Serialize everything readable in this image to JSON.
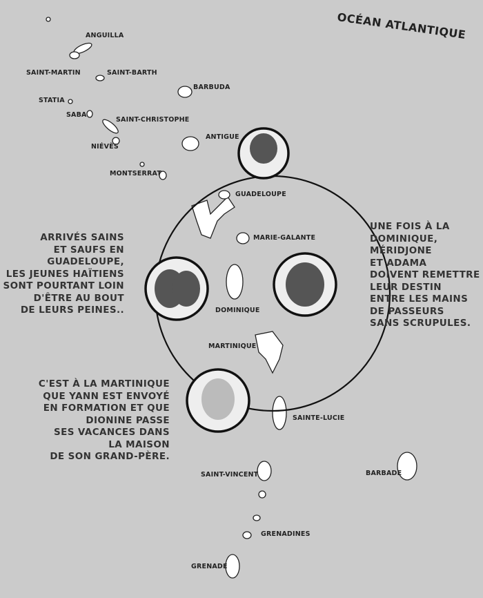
{
  "ocean_label": "OCÉAN ATLANTIQUE",
  "islands": {
    "anguilla": "ANGUILLA",
    "saint_martin": "SAINT-MARTIN",
    "saint_barth": "SAINT-BARTH",
    "barbuda": "BARBUDA",
    "statia": "STATIA",
    "saba": "SABA",
    "saint_christophe": "SAINT-CHRISTOPHE",
    "nieves": "NIÉVÈS",
    "antigue": "ANTIGUE",
    "montserrat": "MONTSERRAT",
    "guadeloupe": "GUADELOUPE",
    "marie_galante": "MARIE-GALANTE",
    "dominique": "DOMINIQUE",
    "martinique": "MARTINIQUE",
    "sainte_lucie": "SAINTE-LUCIE",
    "saint_vincent": "SAINT-VINCENT",
    "barbade": "BARBADE",
    "grenadines": "GRENADINES",
    "grenade": "GRENADE"
  },
  "captions": {
    "guadeloupe": [
      "ARRIVÉS SAINS",
      "ET SAUFS EN",
      "GUADELOUPE,",
      "LES JEUNES HAÏTIENS",
      "SONT POURTANT LOIN",
      "D'ÊTRE AU BOUT",
      "DE LEURS PEINES.."
    ],
    "dominique": [
      "UNE FOIS À LA",
      "DOMINIQUE,",
      "MÉRIDJONE",
      "ET ADAMA",
      "DOIVENT REMETTRE",
      "LEUR DESTIN",
      "ENTRE LES MAINS",
      "DE PASSEURS",
      "SANS SCRUPULES."
    ],
    "martinique": [
      "C'EST À LA MARTINIQUE",
      "QUE YANN EST ENVOYÉ",
      "EN FORMATION ET QUE",
      "DIONINE PASSE",
      "SES VACANCES DANS",
      "LA MAISON",
      "DE SON GRAND-PÈRE."
    ]
  }
}
